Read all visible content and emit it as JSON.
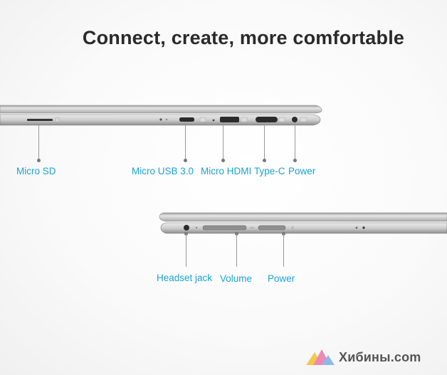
{
  "header": {
    "title": "Connect, create, more comfortable"
  },
  "left_side": {
    "ports": [
      {
        "id": "micro-sd",
        "label": "Micro SD"
      },
      {
        "id": "micro-usb",
        "label": "Micro USB 3.0"
      },
      {
        "id": "micro-hdmi",
        "label": "Micro HDMI"
      },
      {
        "id": "type-c",
        "label": "Type-C"
      },
      {
        "id": "power",
        "label": "Power"
      }
    ]
  },
  "right_side": {
    "ports": [
      {
        "id": "headset-jack",
        "label": "Headset jack"
      },
      {
        "id": "volume",
        "label": "Volume"
      },
      {
        "id": "power-button",
        "label": "Power"
      }
    ]
  },
  "watermark": {
    "text": "Хибины.com"
  },
  "colors": {
    "label": "#1aa3d4",
    "title": "#2a2a2a",
    "chassis": "#c8c8c8"
  }
}
